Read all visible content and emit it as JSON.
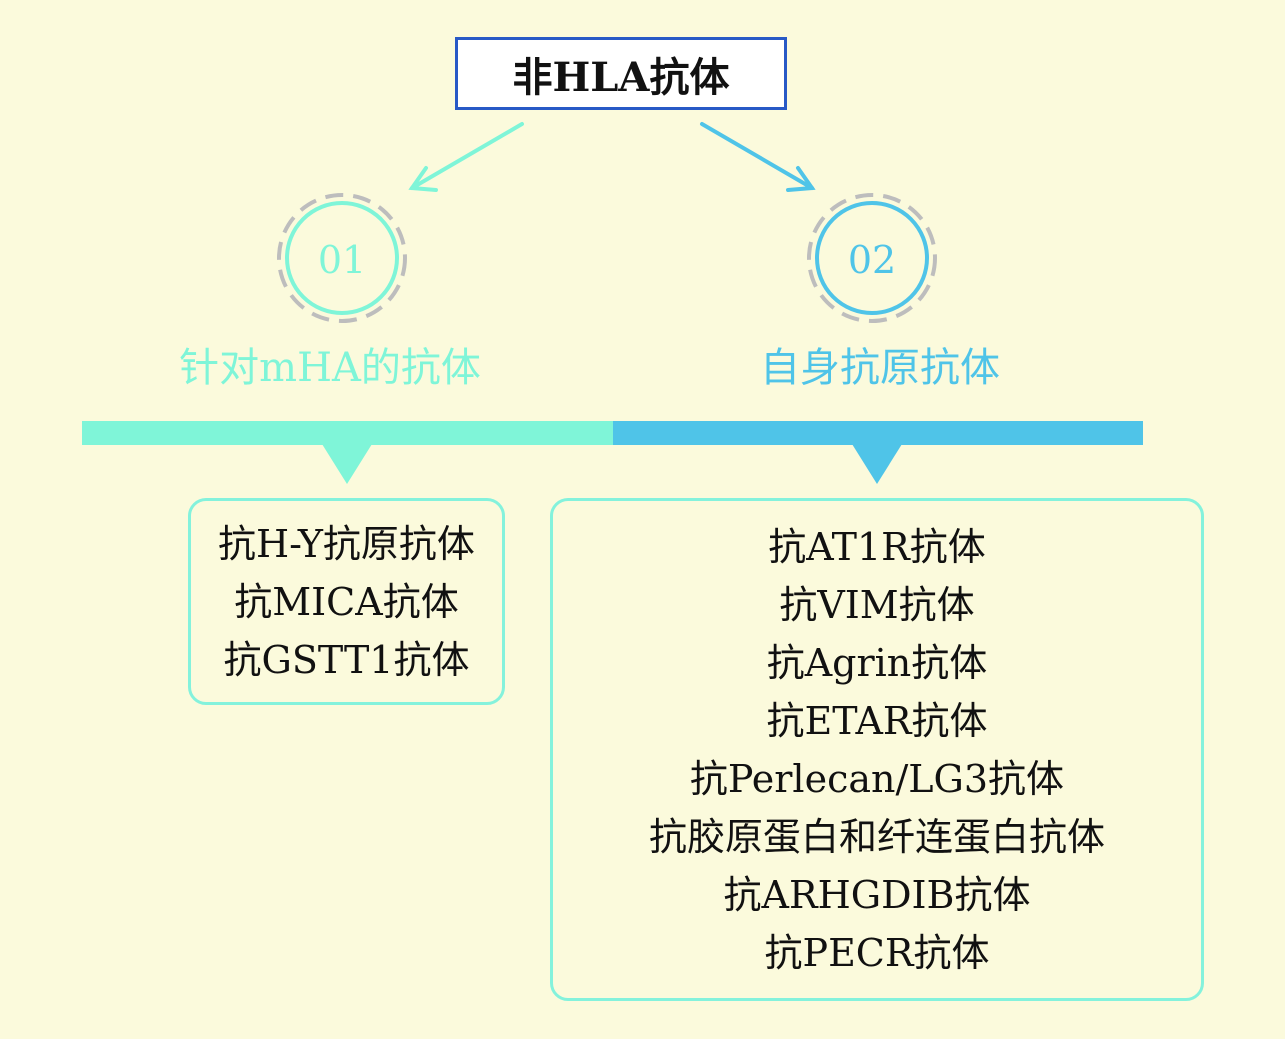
{
  "title": "非HLA抗体",
  "colors": {
    "left": "#7FF5D8",
    "right": "#4FC4E8",
    "title_border": "#2859C6",
    "background": "#FBFADC"
  },
  "branches": [
    {
      "number": "01",
      "label": "针对mHA的抗体",
      "items": [
        "抗H-Y抗原抗体",
        "抗MICA抗体",
        "抗GSTT1抗体"
      ]
    },
    {
      "number": "02",
      "label": "自身抗原抗体",
      "items": [
        "抗AT1R抗体",
        "抗VIM抗体",
        "抗Agrin抗体",
        "抗ETAR抗体",
        "抗Perlecan/LG3抗体",
        "抗胶原蛋白和纤连蛋白抗体",
        "抗ARHGDIB抗体",
        "抗PECR抗体"
      ]
    }
  ]
}
